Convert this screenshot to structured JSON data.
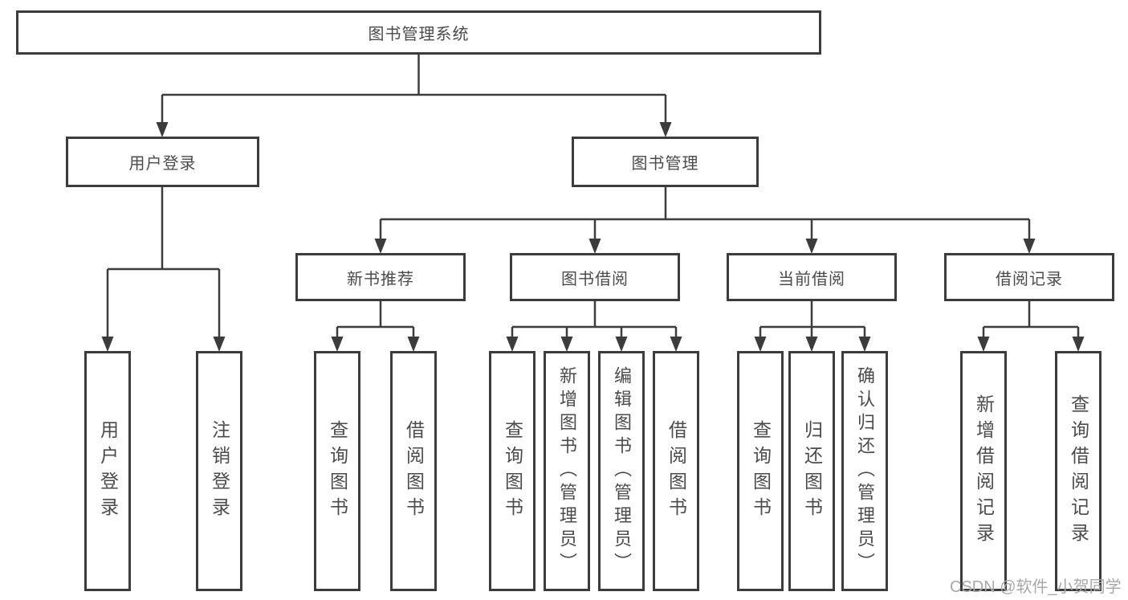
{
  "colors": {
    "line": "#3c3c3c",
    "text": "#4b4b4b",
    "box_background": "#ffffff",
    "page_background": "#ffffff",
    "watermark": "#a8a8a8"
  },
  "watermark": {
    "text": "CSDN @软件_小贺同学"
  },
  "tree": {
    "label": "图书管理系统",
    "children": [
      {
        "label": "用户登录",
        "children": [
          {
            "label": "用户登录"
          },
          {
            "label": "注销登录"
          }
        ]
      },
      {
        "label": "图书管理",
        "children": [
          {
            "label": "新书推荐",
            "children": [
              {
                "label": "查询图书"
              },
              {
                "label": "借阅图书"
              }
            ]
          },
          {
            "label": "图书借阅",
            "children": [
              {
                "label": "查询图书"
              },
              {
                "label": "新增图书（管理员）"
              },
              {
                "label": "编辑图书（管理员）"
              },
              {
                "label": "借阅图书"
              }
            ]
          },
          {
            "label": "当前借阅",
            "children": [
              {
                "label": "查询图书"
              },
              {
                "label": "归还图书"
              },
              {
                "label": "确认归还（管理员）"
              }
            ]
          },
          {
            "label": "借阅记录",
            "children": [
              {
                "label": "新增借阅记录"
              },
              {
                "label": "查询借阅记录"
              }
            ]
          }
        ]
      }
    ]
  }
}
